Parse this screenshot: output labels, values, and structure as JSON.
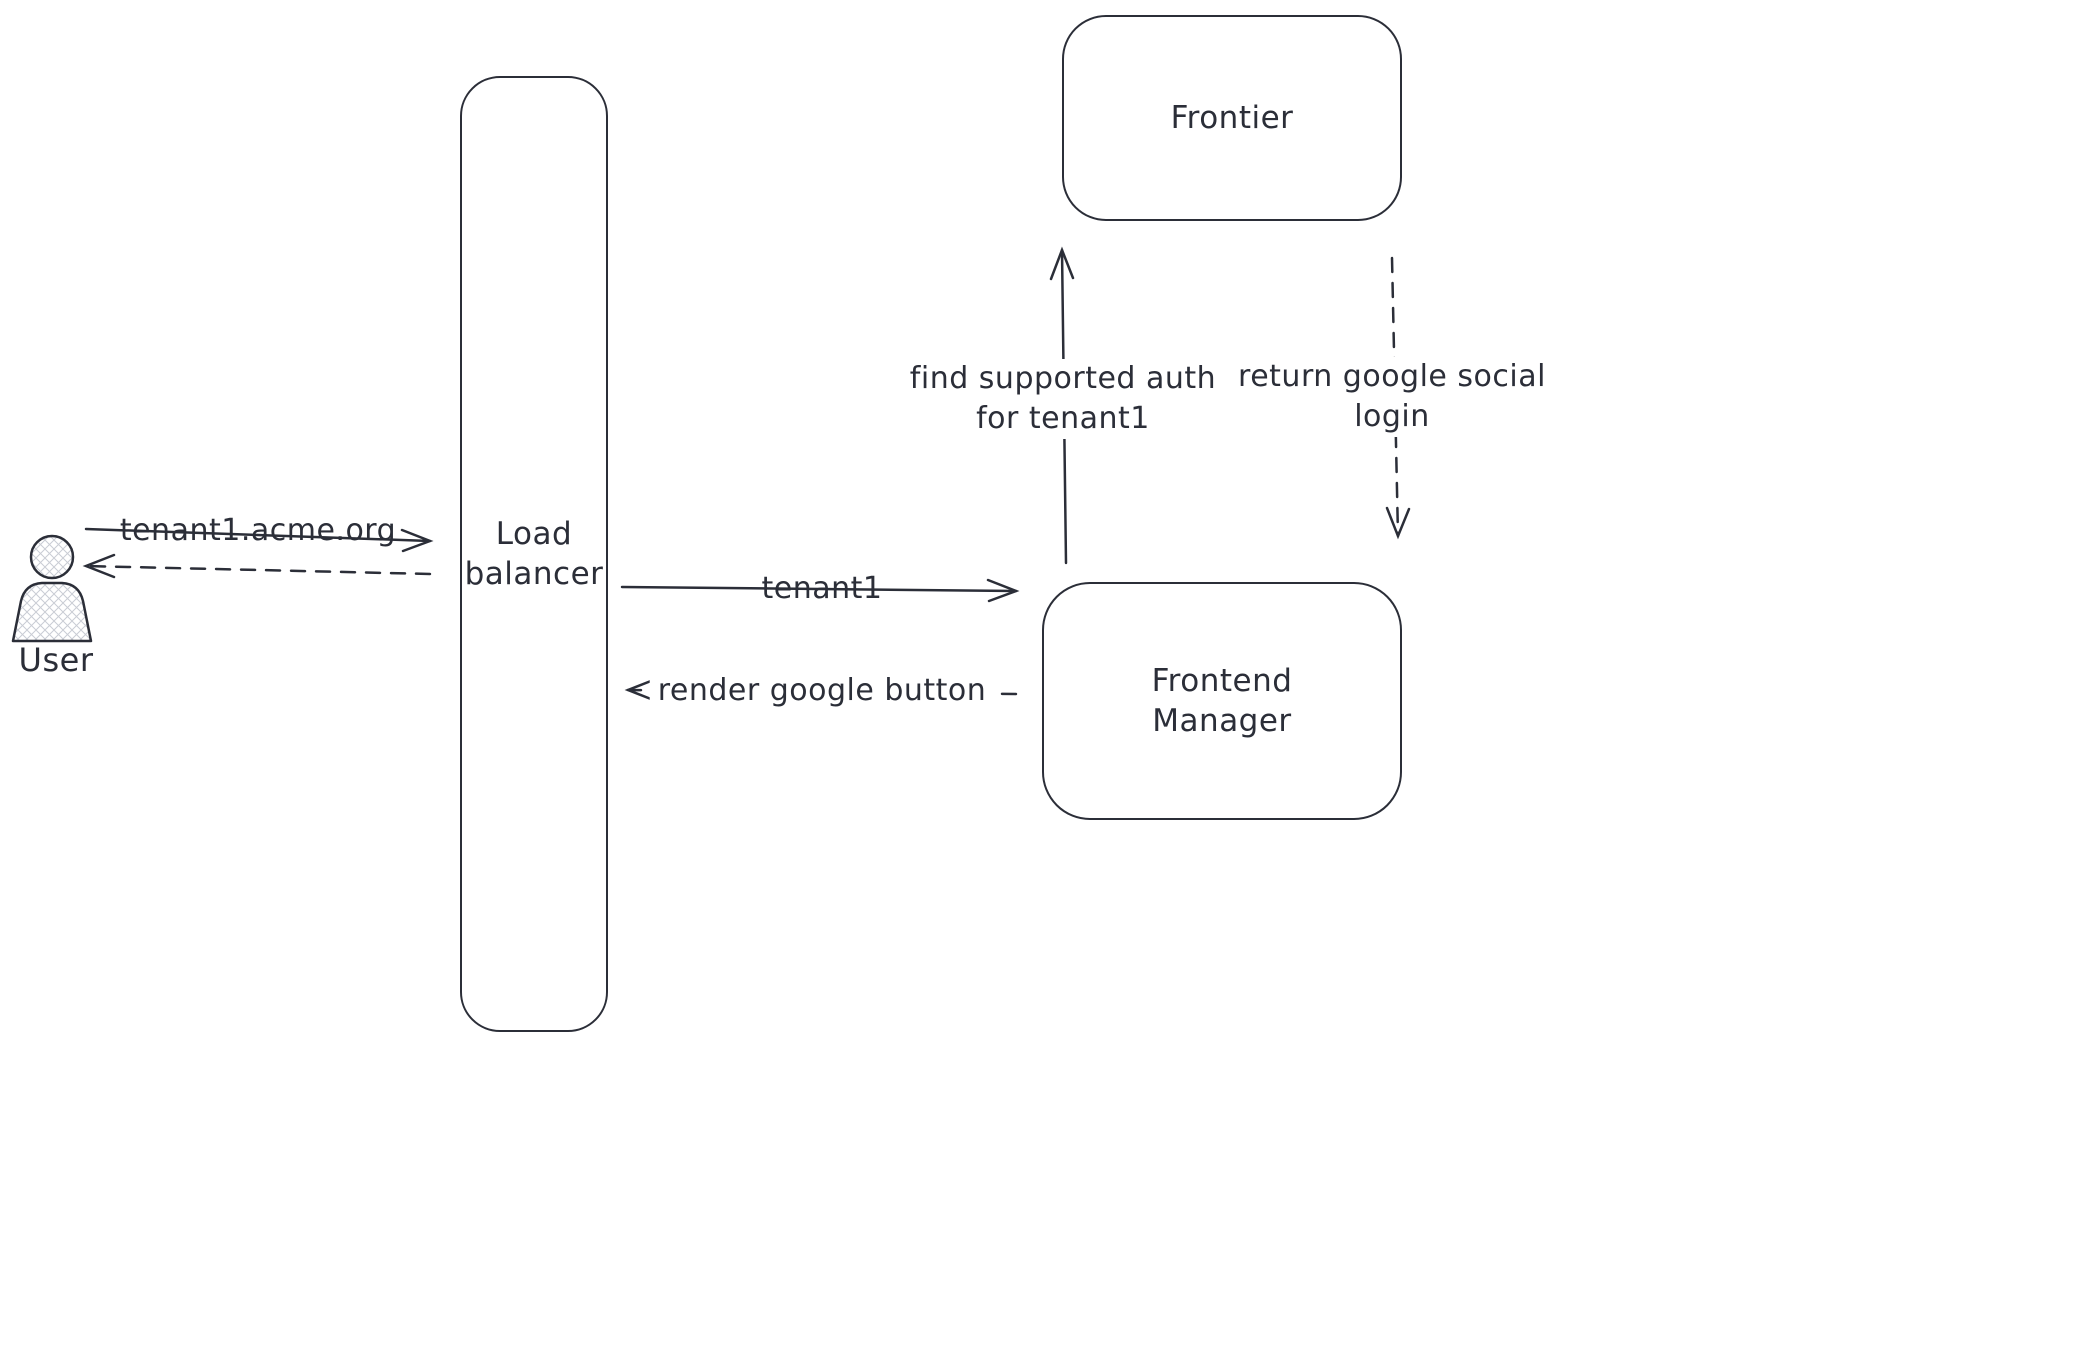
{
  "colors": {
    "ink": "#2b2e38",
    "hatch": "#c9ccd4",
    "background": "#ffffff"
  },
  "nodes": {
    "user": {
      "label": "User"
    },
    "load_balancer": {
      "label": "Load\nbalancer"
    },
    "frontier": {
      "label": "Frontier"
    },
    "frontend_manager": {
      "label": "Frontend\nManager"
    }
  },
  "edges": {
    "request_domain": {
      "label": "tenant1.acme.org",
      "style": "solid",
      "from": "User",
      "to": "Load balancer"
    },
    "response_to_user": {
      "style": "dashed",
      "from": "Load balancer",
      "to": "User"
    },
    "tenant_route": {
      "label": "tenant1",
      "style": "solid",
      "from": "Load balancer",
      "to": "Frontend Manager"
    },
    "render_button": {
      "label": "render google button",
      "style": "dashed",
      "from": "Frontend Manager",
      "to": "Load balancer"
    },
    "find_auth": {
      "label": "find supported auth\nfor tenant1",
      "style": "solid",
      "from": "Frontend Manager",
      "to": "Frontier"
    },
    "return_social": {
      "label": "return google social\nlogin",
      "style": "dashed",
      "from": "Frontier",
      "to": "Frontend Manager"
    }
  }
}
